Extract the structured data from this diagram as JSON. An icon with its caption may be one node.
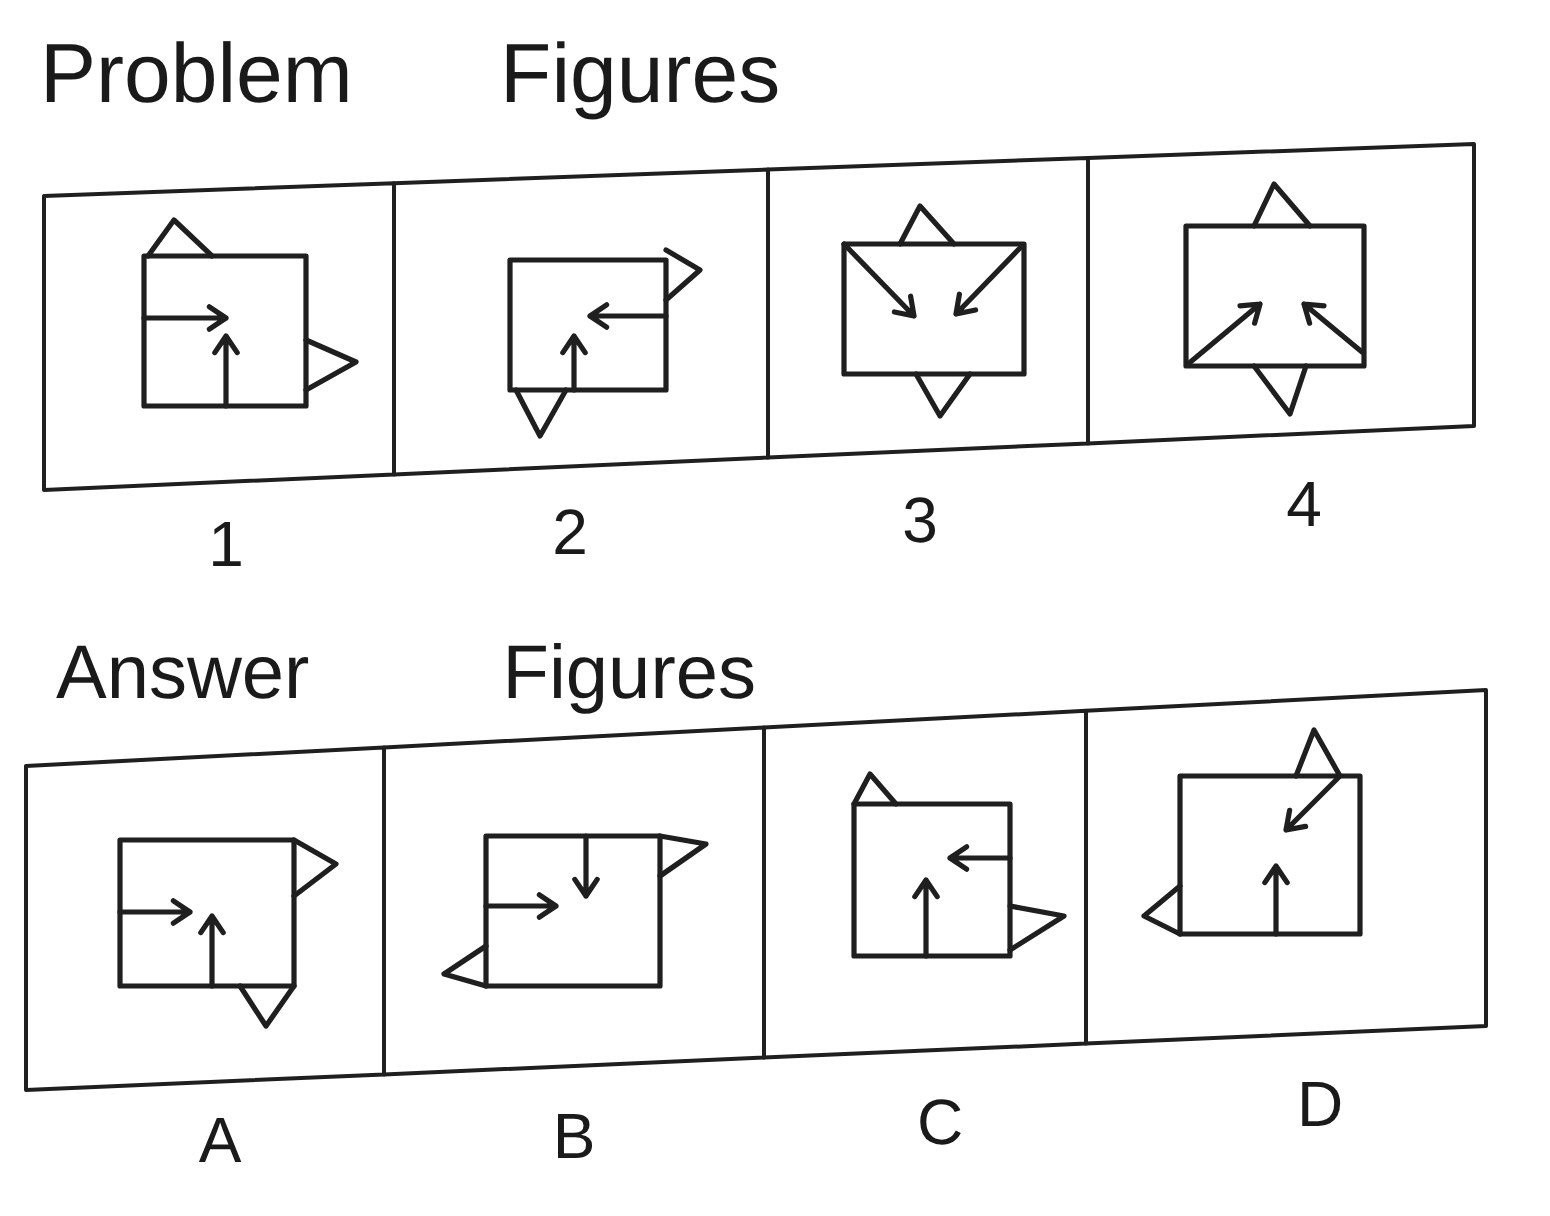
{
  "diagram": {
    "labels": [
      "Problem Figures",
      "1",
      "2",
      "3",
      "4",
      "Answer Figures",
      "A",
      "B",
      "C",
      "D"
    ]
  }
}
